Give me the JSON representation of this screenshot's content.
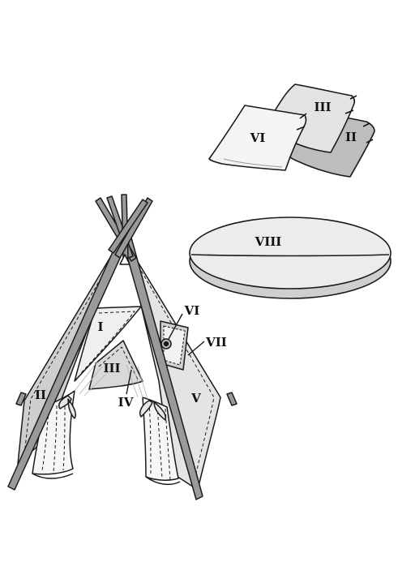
{
  "figure": {
    "pieces": {
      "p1": "I",
      "p2": "II",
      "p3": "III",
      "p4": "IV",
      "p5": "V",
      "p6": "VI",
      "p7": "VII",
      "p8": "VIII"
    },
    "pillows": {
      "front": "VI",
      "middle": "III",
      "back": "II"
    },
    "colors": {
      "outline": "#1a1a1a",
      "fabric_light": "#ededed",
      "fabric_mid": "#d6d6d6",
      "fabric_dark": "#bdbdbd",
      "pole": "#9a9a9a",
      "background": "#ffffff"
    }
  }
}
